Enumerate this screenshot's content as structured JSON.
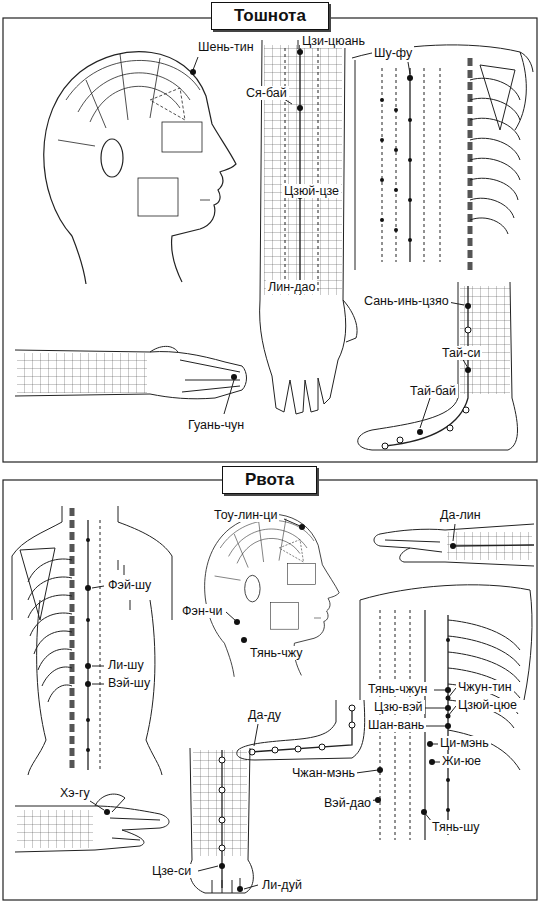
{
  "diagram": {
    "nodes": [
      {
        "text": [
          "Тошнота"
        ]
      },
      {
        "text": [
          "Рвота"
        ]
      }
    ],
    "labels": [
      "Шень-тин",
      "Цзи-цюань",
      "Шу-фу",
      "Ся-бай",
      "Цзюй-цзе",
      "Лин-дао",
      "Сань-инь-цзяо",
      "Тай-си",
      "Тай-бай",
      "Гуань-чун",
      "Тоу-лин-ци",
      "Да-лин",
      "Фэй-шу",
      "Фэн-чи",
      "Тянь-чжу",
      "Ли-шу",
      "Вэй-шу",
      "Тянь-чжун",
      "Чжун-тин",
      "Цзю-вэй",
      "Цзюй-цюе",
      "Шан-вань",
      "Ци-мэнь",
      "Жи-юе",
      "Да-ду",
      "Чжан-мэнь",
      "Вэй-дао",
      "Тянь-шу",
      "Хэ-гу",
      "Цзе-си",
      "Ли-дуй"
    ]
  }
}
